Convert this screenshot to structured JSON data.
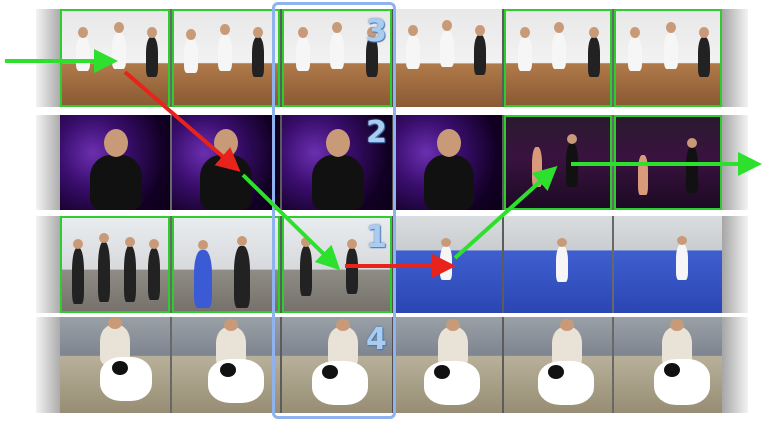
{
  "rows": [
    {
      "id": "row-3",
      "label": "3",
      "scene": "studio",
      "frames": [
        true,
        true,
        true,
        false,
        true,
        true
      ]
    },
    {
      "id": "row-2",
      "label": "2",
      "scene": "tv",
      "frames": [
        false,
        false,
        false,
        false,
        true,
        true
      ]
    },
    {
      "id": "row-1",
      "label": "1",
      "scene": "hall",
      "frames": [
        true,
        true,
        true,
        false,
        false,
        false
      ]
    },
    {
      "id": "row-4",
      "label": "4",
      "scene": "yard",
      "frames": [
        false,
        false,
        false,
        false,
        false,
        false
      ]
    }
  ],
  "colors": {
    "selected_border": "#2ecc2e",
    "highlight_column": "#8fb3ef",
    "arrow_green": "#2ee02e",
    "arrow_red": "#e8231c",
    "label_fill": "#a9cdf0"
  }
}
